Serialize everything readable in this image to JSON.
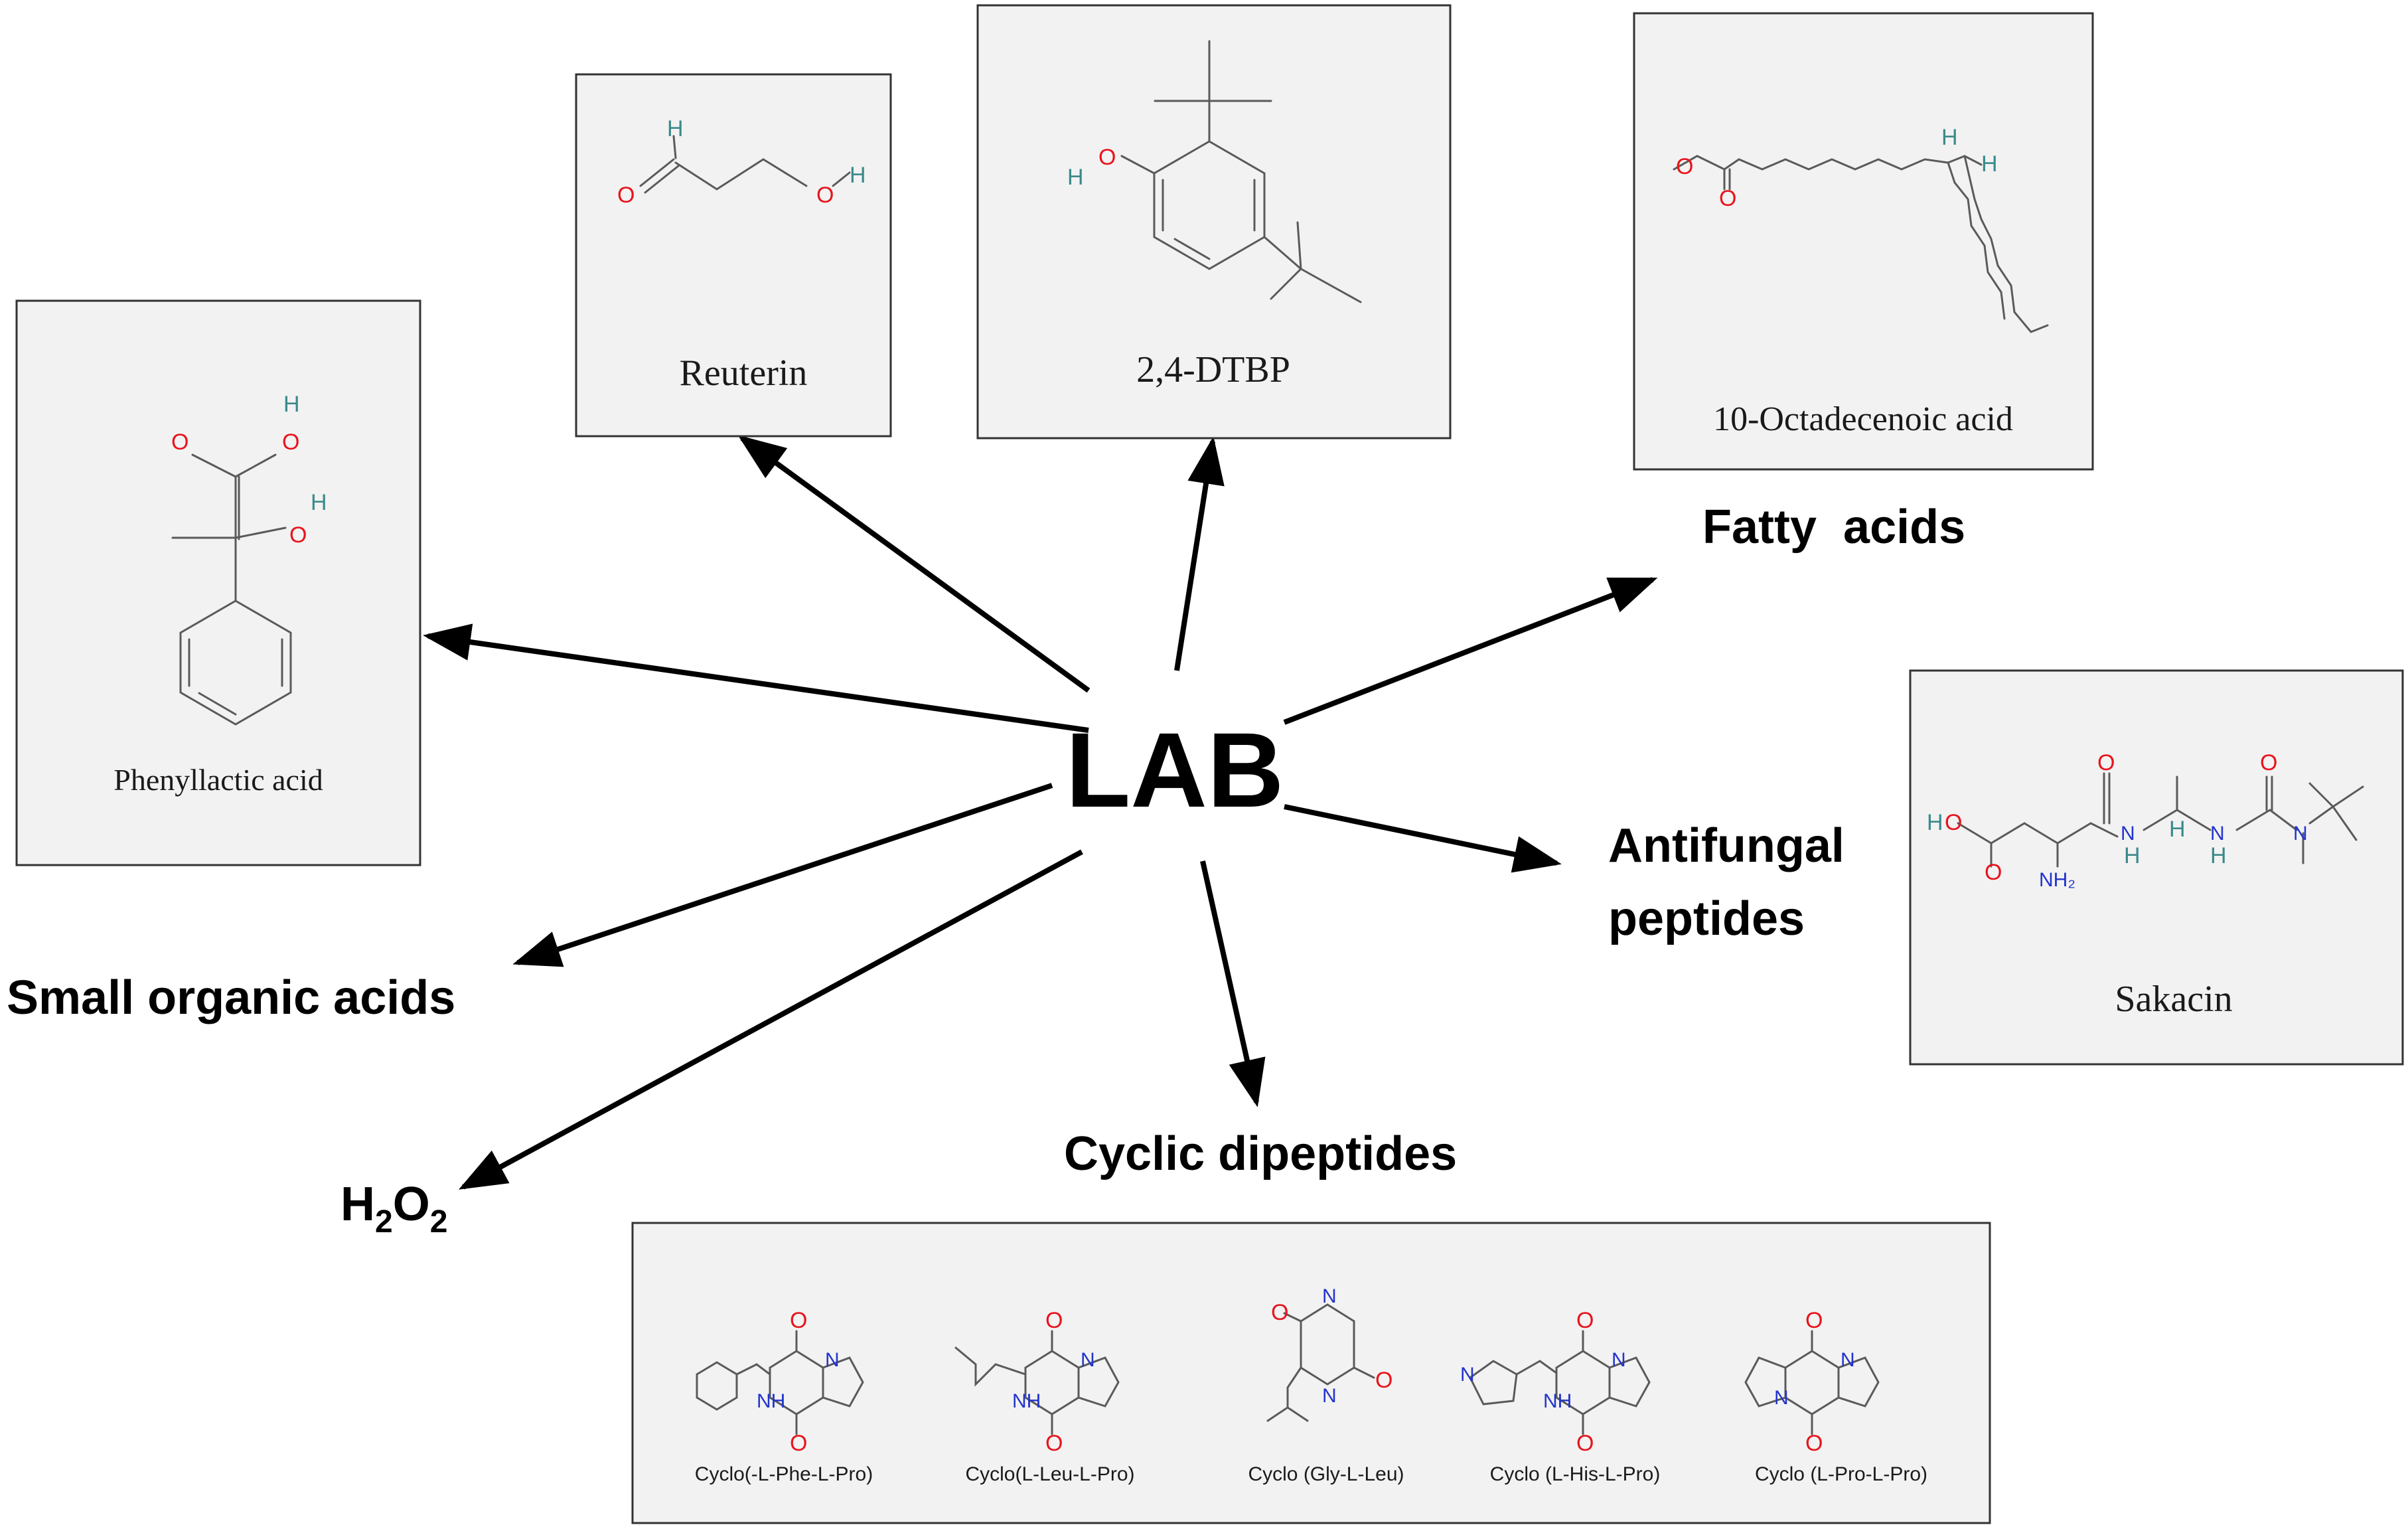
{
  "center": {
    "label": "LAB"
  },
  "categories": {
    "small_organic_acids": "Small organic acids",
    "h2o2": {
      "main": "H",
      "sub1": "2",
      "mid": "O",
      "sub2": "2"
    },
    "fatty_acids": "Fatty  acids",
    "antifungal_line1": "Antifungal",
    "antifungal_line2": "peptides",
    "cyclic_dipeptides": "Cyclic dipeptides"
  },
  "compounds": {
    "phenyllactic": "Phenyllactic acid",
    "reuterin": "Reuterin",
    "dtbp": "2,4-DTBP",
    "octadecenoic": "10-Octadecenoic acid",
    "sakacin": "Sakacin"
  },
  "cyclic": [
    "Cyclo(-L-Phe-L-Pro)",
    "Cyclo(L-Leu-L-Pro)",
    "Cyclo (Gly-L-Leu)",
    "Cyclo (L-His-L-Pro)",
    "Cyclo (L-Pro-L-Pro)"
  ],
  "atoms": {
    "O": "O",
    "H": "H",
    "N": "N",
    "NH": "NH",
    "NH2": "NH₂"
  },
  "colors": {
    "oxygen": "#e8141c",
    "hydrogen": "#3a8a8a",
    "nitrogen": "#2233cc",
    "bond": "#5a5a5a",
    "box_fill": "#f2f2f2"
  }
}
